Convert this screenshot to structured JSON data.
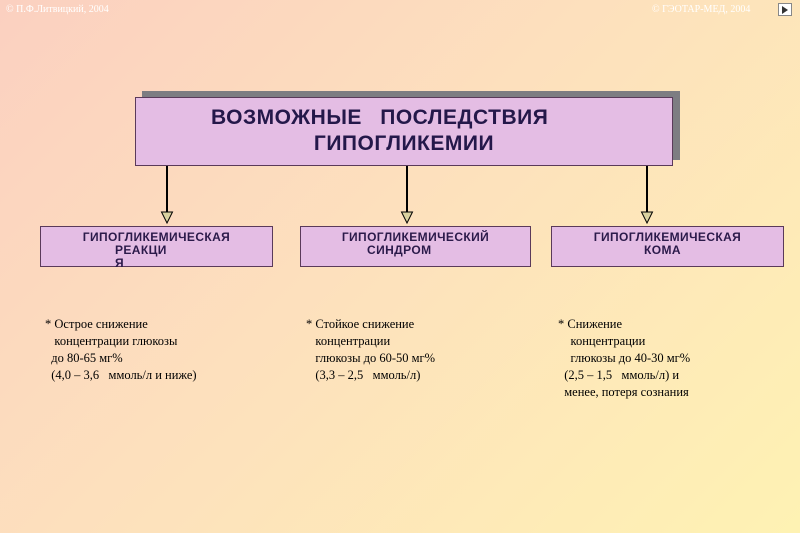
{
  "header": {
    "copyright_left": "© П.Ф.Литвицкий, 2004",
    "copyright_right": "© ГЭОТАР-МЕД, 2004"
  },
  "title": {
    "line1": "ВОЗМОЖНЫЕ   ПОСЛЕДСТВИЯ",
    "line2": "ГИПОГЛИКЕМИИ"
  },
  "branches": [
    {
      "label_lines": [
        "ГИПОГЛИКЕМИЧЕСКАЯ",
        "РЕАКЦИ",
        "Я"
      ],
      "desc_lines": [
        "* Острое снижение",
        "   концентрации глюкозы",
        "  до 80-65 мг%",
        "  (4,0 – 3,6   ммоль/л и ниже)"
      ]
    },
    {
      "label_lines": [
        "ГИПОГЛИКЕМИЧЕСКИЙ",
        "СИНДРОМ"
      ],
      "desc_lines": [
        "* Стойкое снижение",
        "   концентрации",
        "   глюкозы до 60-50 мг%",
        "   (3,3 – 2,5   ммоль/л)"
      ]
    },
    {
      "label_lines": [
        "ГИПОГЛИКЕМИЧЕСКАЯ",
        "КОМА"
      ],
      "desc_lines": [
        "* Снижение",
        "    концентрации",
        "    глюкозы до 40-30 мг%",
        "  (2,5 – 1,5   ммоль/л) и",
        "  менее, потеря сознания"
      ]
    }
  ],
  "colors": {
    "box_fill": "#e4bde4",
    "shadow": "#7d7d82",
    "text": "#24184a"
  }
}
